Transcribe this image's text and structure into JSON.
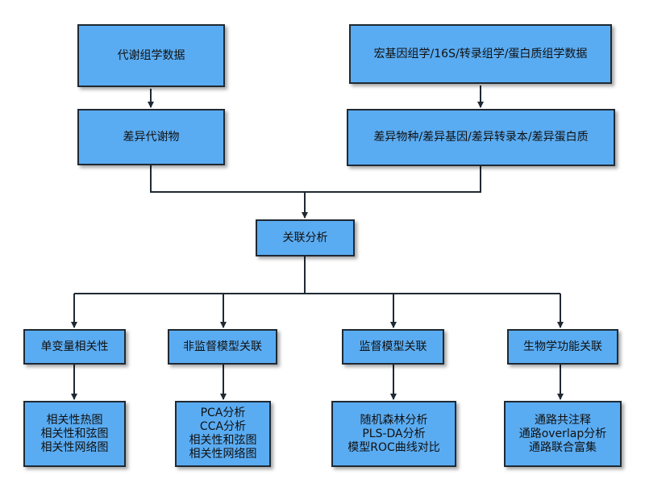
{
  "nodes": {
    "metabolomics_data": {
      "lines": [
        "代谢组学数据"
      ]
    },
    "multiomics_data": {
      "lines": [
        "宏基因组学/16S/转录组学/蛋白质组学数据"
      ]
    },
    "diff_metabolites": {
      "lines": [
        "差异代谢物"
      ]
    },
    "diff_features": {
      "lines": [
        "差异物种/差异基因/差异转录本/差异蛋白质"
      ]
    },
    "correlation_analysis": {
      "lines": [
        "关联分析"
      ]
    },
    "univariate": {
      "lines": [
        "单变量相关性"
      ]
    },
    "unsupervised": {
      "lines": [
        "非监督模型关联"
      ]
    },
    "supervised": {
      "lines": [
        "监督模型关联"
      ]
    },
    "biological": {
      "lines": [
        "生物学功能关联"
      ]
    },
    "univariate_methods": {
      "lines": [
        "相关性热图",
        "相关性和弦图",
        "相关性网络图"
      ]
    },
    "unsupervised_methods": {
      "lines": [
        "PCA分析",
        "CCA分析",
        "相关性和弦图",
        "相关性网络图"
      ]
    },
    "supervised_methods": {
      "lines": [
        "随机森林分析",
        "PLS-DA分析",
        "模型ROC曲线对比"
      ]
    },
    "biological_methods": {
      "lines": [
        "通路共注释",
        "通路overlap分析",
        "通路联合富集"
      ]
    }
  },
  "colors": {
    "node_fill": "#5aacf2",
    "node_border": "#1f2933",
    "connector": "#1f2933"
  }
}
